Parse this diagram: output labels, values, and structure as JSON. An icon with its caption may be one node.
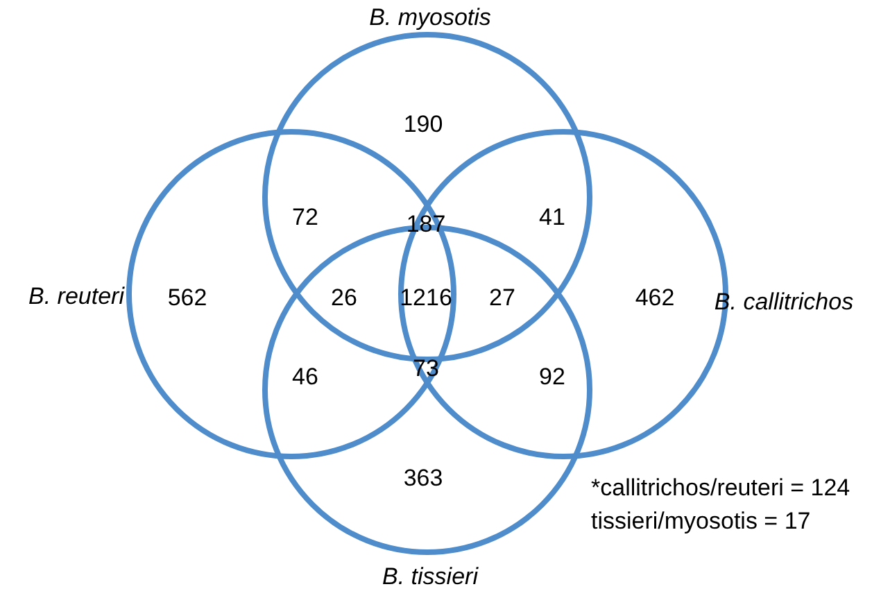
{
  "diagram": {
    "nodes": [
      {
        "text": [
          "B. myosotis"
        ]
      },
      {
        "text": [
          "B. reuteri"
        ]
      },
      {
        "text": [
          "B. callitrichos"
        ]
      },
      {
        "text": [
          "B. tissieri"
        ]
      }
    ],
    "labels": [
      "190",
      "72",
      "187",
      "41",
      "562",
      "26",
      "1216",
      "27",
      "462",
      "46",
      "73",
      "92",
      "363",
      "*callitrichos/reuteri = 124",
      "tissieri/myosotis = 17"
    ]
  }
}
